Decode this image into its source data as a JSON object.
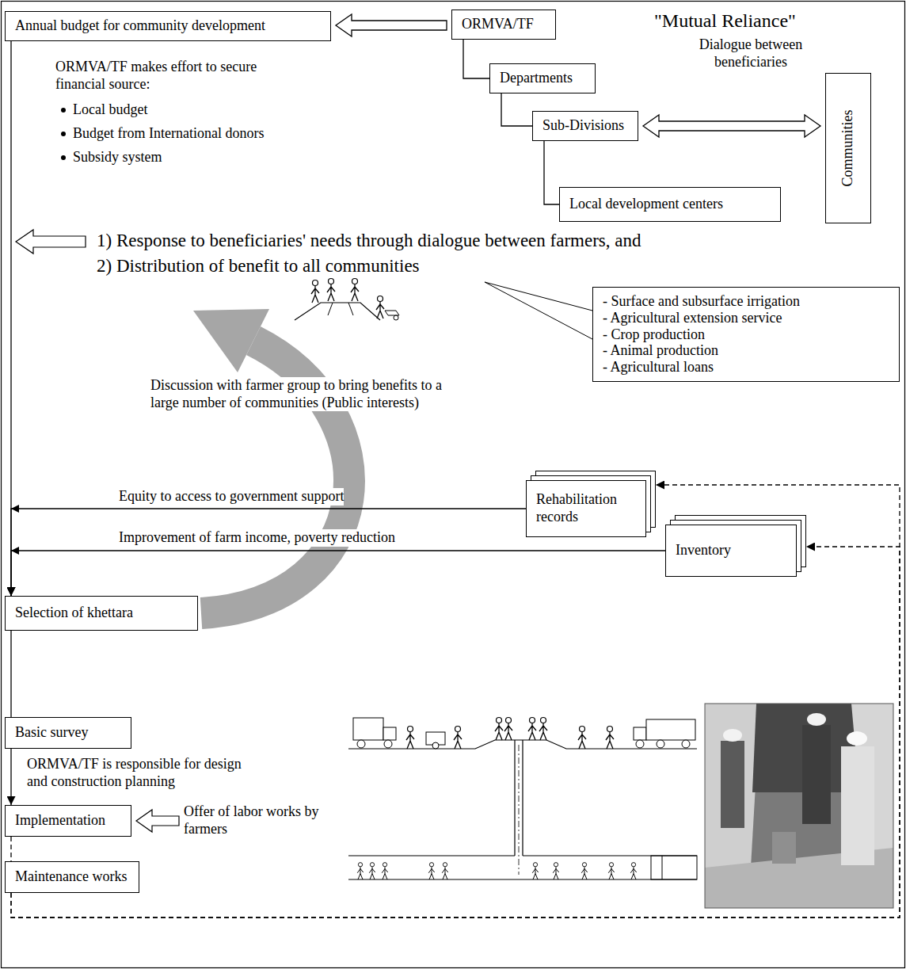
{
  "diagram": {
    "nodes": [
      {
        "text": [
          "Annual budget for community development"
        ]
      },
      {
        "text": [
          "ORMVA/TF"
        ]
      },
      {
        "text": [
          "Departments"
        ]
      },
      {
        "text": [
          "Sub-Divisions"
        ]
      },
      {
        "text": [
          "Local development centers"
        ]
      },
      {
        "text": [
          "Communities"
        ]
      },
      {
        "text": [
          "- Surface and subsurface irrigation",
          "- Agricultural extension service",
          "- Crop production",
          "- Animal production",
          "- Agricultural loans"
        ]
      },
      {
        "text": [
          "Rehabilitation records"
        ]
      },
      {
        "text": [
          "Inventory"
        ]
      },
      {
        "text": [
          "Selection of khettara"
        ]
      },
      {
        "text": [
          "Basic survey"
        ]
      },
      {
        "text": [
          "Implementation"
        ]
      },
      {
        "text": [
          "Maintenance works"
        ]
      }
    ],
    "edges": [
      {
        "from": 1,
        "to": 0,
        "arrow": "to"
      },
      {
        "from": 1,
        "to": 2,
        "arrow": "none"
      },
      {
        "from": 2,
        "to": 3,
        "arrow": "none"
      },
      {
        "from": 3,
        "to": 4,
        "arrow": "none"
      },
      {
        "from": 3,
        "to": 5,
        "arrow": "both"
      },
      {
        "from": 0,
        "to": 9,
        "arrow": "to"
      },
      {
        "from": 7,
        "to": 9,
        "arrow": "to",
        "label": "Equity to access to government support"
      },
      {
        "from": 8,
        "to": 9,
        "arrow": "to",
        "label": "Improvement of farm income, poverty reduction"
      },
      {
        "from": 9,
        "to": 10,
        "arrow": "none"
      },
      {
        "from": 10,
        "to": 11,
        "arrow": "to",
        "label": "ORMVA/TF is responsible for design and construction planning"
      },
      {
        "from": 11,
        "to": 12,
        "arrow": "none"
      },
      {
        "from": 12,
        "to": 7,
        "arrow": "to"
      },
      {
        "from": 12,
        "to": 8,
        "arrow": "to"
      }
    ],
    "labels": [
      "\"Mutual Reliance\"",
      "Dialogue between beneficiaries",
      "ORMVA/TF makes effort to secure financial source:",
      "Local budget",
      "Budget from International donors",
      "Subsidy system",
      "1) Response to beneficiaries' needs through dialogue between farmers, and",
      "2) Distribution of benefit to all communities",
      "Discussion with farmer group to bring benefits to a large number of communities (Public interests)",
      "Offer of labor works by farmers"
    ]
  }
}
